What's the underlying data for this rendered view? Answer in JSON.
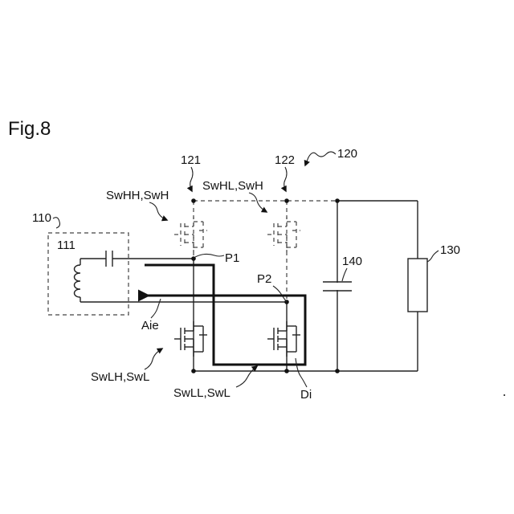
{
  "figure": {
    "title": "Fig.8",
    "labels": {
      "system": "120",
      "leg1": "121",
      "leg2": "122",
      "swhh": "SwHH,SwH",
      "swhl": "SwHL,SwH",
      "coil_block": "110",
      "coil": "111",
      "p1": "P1",
      "p2": "P2",
      "cap": "140",
      "load": "130",
      "aie": "Aie",
      "swlh": "SwLH,SwL",
      "swll": "SwLL,SwL",
      "di": "Di"
    }
  },
  "colors": {
    "ink": "#111111",
    "background": "#ffffff"
  }
}
